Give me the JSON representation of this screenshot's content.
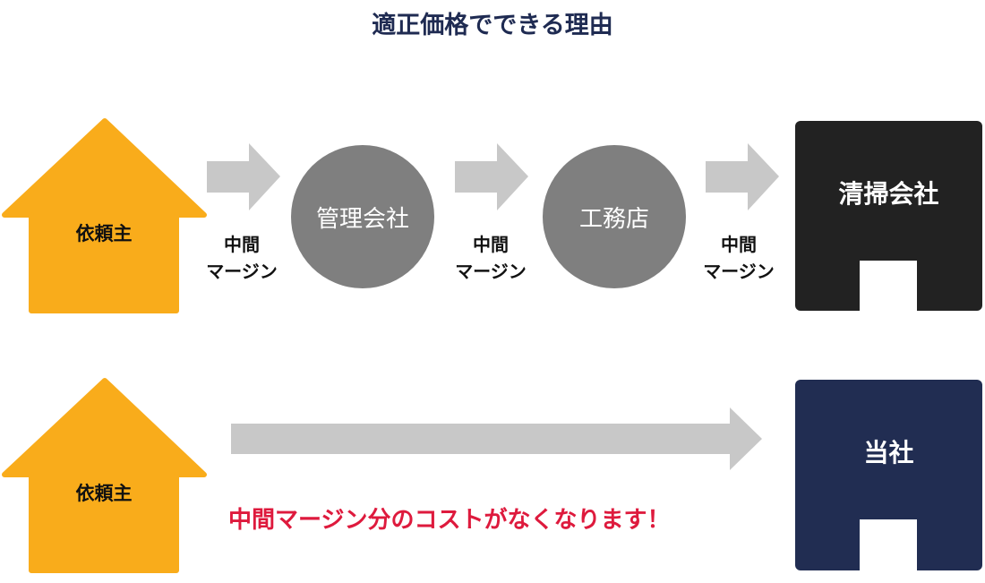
{
  "title": "適正価格でできる理由",
  "row1": {
    "client": "依頼主",
    "margin_labels": [
      [
        "中間",
        "マージン"
      ],
      [
        "中間",
        "マージン"
      ],
      [
        "中間",
        "マージン"
      ]
    ],
    "intermediaries": [
      "管理会社",
      "工務店"
    ],
    "contractor": "清掃会社"
  },
  "row2": {
    "client": "依頼主",
    "company": "当社",
    "message": "中間マージン分のコストがなくなります！"
  },
  "colors": {
    "house": "#f9ac1b",
    "arrow": "#c8c8c8",
    "circle": "#7f7f7f",
    "contractor": "#222222",
    "company": "#212d52",
    "accent": "#de1a3d",
    "title": "#1f2b52"
  }
}
